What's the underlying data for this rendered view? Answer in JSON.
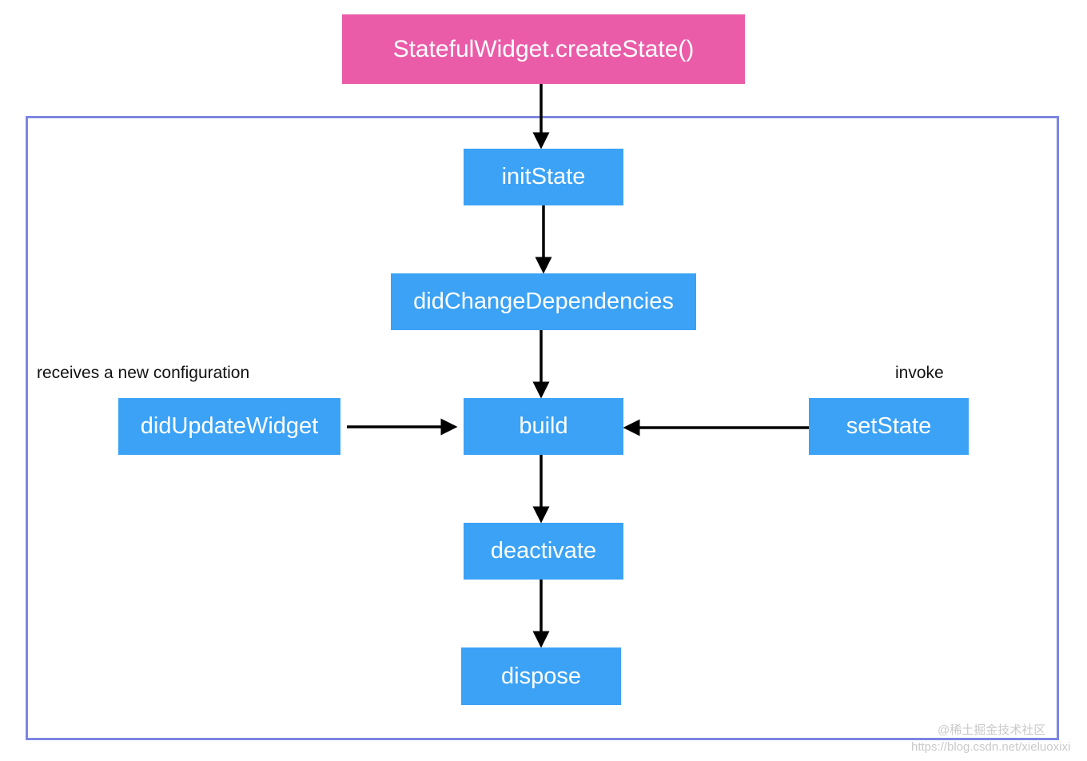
{
  "nodes": {
    "create_state": "StatefulWidget.createState()",
    "init_state": "initState",
    "did_change_dependencies": "didChangeDependencies",
    "did_update_widget": "didUpdateWidget",
    "build": "build",
    "set_state": "setState",
    "deactivate": "deactivate",
    "dispose": "dispose"
  },
  "captions": {
    "did_update_widget": "receives a new configuration",
    "set_state": "invoke"
  },
  "watermark": {
    "line1": "@稀土掘金技术社区",
    "line2": "https://blog.csdn.net/xieluoxixi"
  },
  "colors": {
    "node_blue": "#3ba2f6",
    "node_pink": "#ea5ca8",
    "frame": "#7d86e3",
    "arrow": "#000000"
  },
  "edges": [
    {
      "from": "create_state",
      "to": "init_state"
    },
    {
      "from": "init_state",
      "to": "did_change_dependencies"
    },
    {
      "from": "did_change_dependencies",
      "to": "build"
    },
    {
      "from": "did_update_widget",
      "to": "build"
    },
    {
      "from": "set_state",
      "to": "build"
    },
    {
      "from": "build",
      "to": "deactivate"
    },
    {
      "from": "deactivate",
      "to": "dispose"
    }
  ]
}
